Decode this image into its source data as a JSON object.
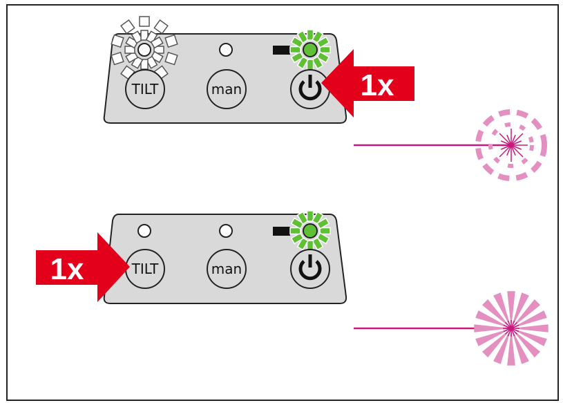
{
  "panels": [
    {
      "buttons": {
        "tilt_label": "TILT",
        "man_label": "man"
      },
      "tilt_led": "blinking-white",
      "power_led": "blinking-green",
      "arrow": {
        "label": "1x",
        "target": "power-button",
        "direction": "from-right"
      },
      "laser": {
        "state": "blinking"
      }
    },
    {
      "buttons": {
        "tilt_label": "TILT",
        "man_label": "man"
      },
      "tilt_led": "off",
      "power_led": "blinking-green",
      "arrow": {
        "label": "1x",
        "target": "tilt-button",
        "direction": "from-left"
      },
      "laser": {
        "state": "steady"
      }
    }
  ],
  "colors": {
    "panel_fill": "#d9d9d9",
    "led_green": "#5fbf35",
    "arrow_red": "#e3001b",
    "laser_line": "#c8187c",
    "laser_ray": "#e38fc0",
    "border": "#222222"
  }
}
